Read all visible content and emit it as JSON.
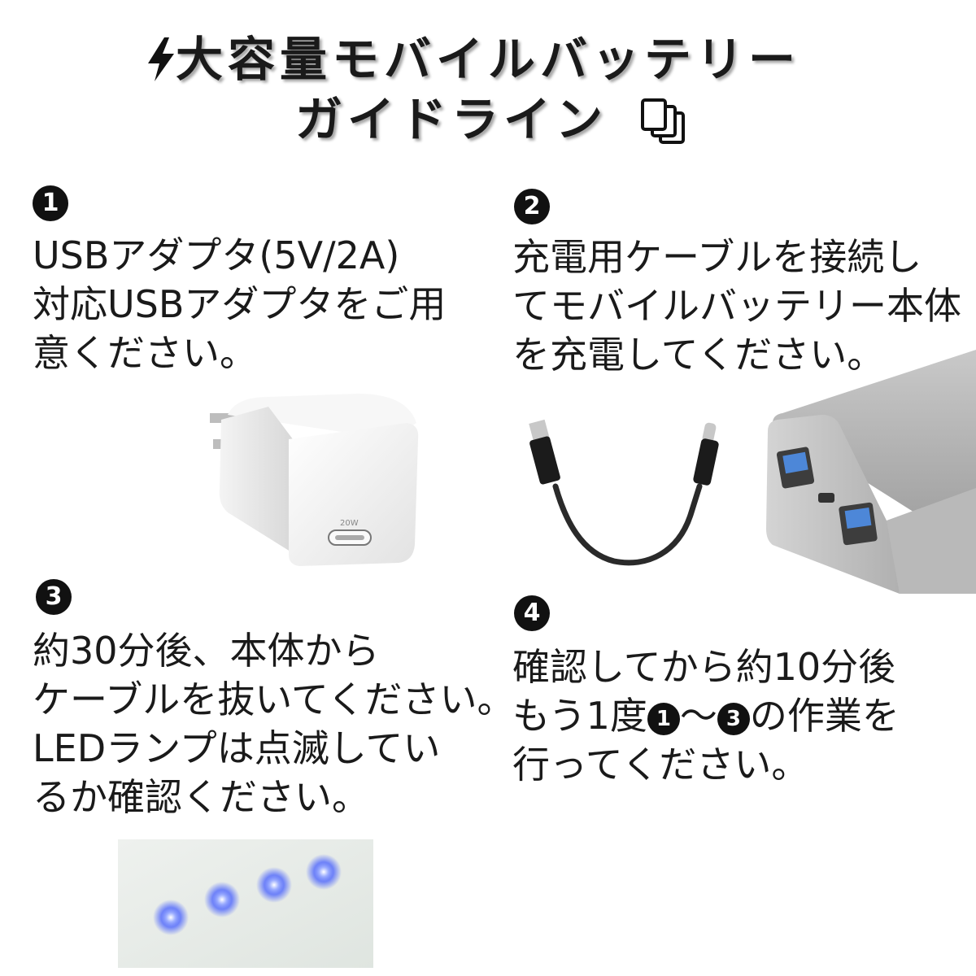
{
  "title": {
    "line1": "大容量モバイルバッテリー",
    "line2": "ガイドライン"
  },
  "icons": {
    "title_left": "lightning-bolt-icon",
    "title_right": "copy-pages-icon"
  },
  "steps": [
    {
      "num": "1",
      "lines": [
        "USBアダプタ(5V/2A)",
        "対応USBアダプタをご用",
        "意ください。"
      ]
    },
    {
      "num": "2",
      "lines": [
        "充電用ケーブルを接続し",
        "てモバイルバッテリー本体",
        "を充電してください。"
      ]
    },
    {
      "num": "3",
      "lines": [
        "約30分後、本体から",
        "ケーブルを抜いてください。",
        "LEDランプは点滅してい",
        "るか確認ください。"
      ]
    },
    {
      "num": "4",
      "line1": "確認してから約10分後",
      "line2_a": "もう1度",
      "line2_ref1": "1",
      "line2_tilde": "〜",
      "line2_ref2": "3",
      "line2_b": "の作業を",
      "line3": "行ってください。"
    }
  ],
  "adapter_label": "20W",
  "led_count": 4,
  "colors": {
    "led": "#3c56ff",
    "text": "#1a1a1a",
    "badge": "#111111"
  }
}
